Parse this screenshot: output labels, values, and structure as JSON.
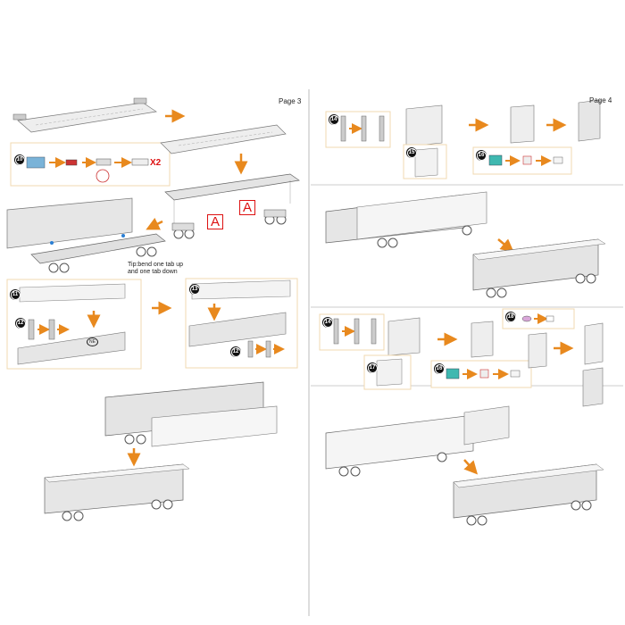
{
  "page_left": {
    "label": "Page 3"
  },
  "page_right": {
    "label": "Page 4"
  },
  "tip": {
    "line1": "Tip:bend one tab up",
    "line2": "and one tab down"
  },
  "markers": {
    "a_left": "A",
    "a_right": "A",
    "times_two": "X2",
    "ne": "NE"
  },
  "steps": {
    "s10": "10",
    "s11": "11",
    "s12a": "12",
    "s13": "13",
    "s12b": "12",
    "s14a": "14",
    "s15": "15",
    "s16a": "16",
    "s14b": "14",
    "s17": "17",
    "s16b": "16",
    "s18": "18"
  },
  "colors": {
    "arrow": "#e8891e",
    "accent_red": "#d11",
    "box_border": "#f0d9b0",
    "divider": "#bbbbbb",
    "panel": "#e6e6e6"
  }
}
